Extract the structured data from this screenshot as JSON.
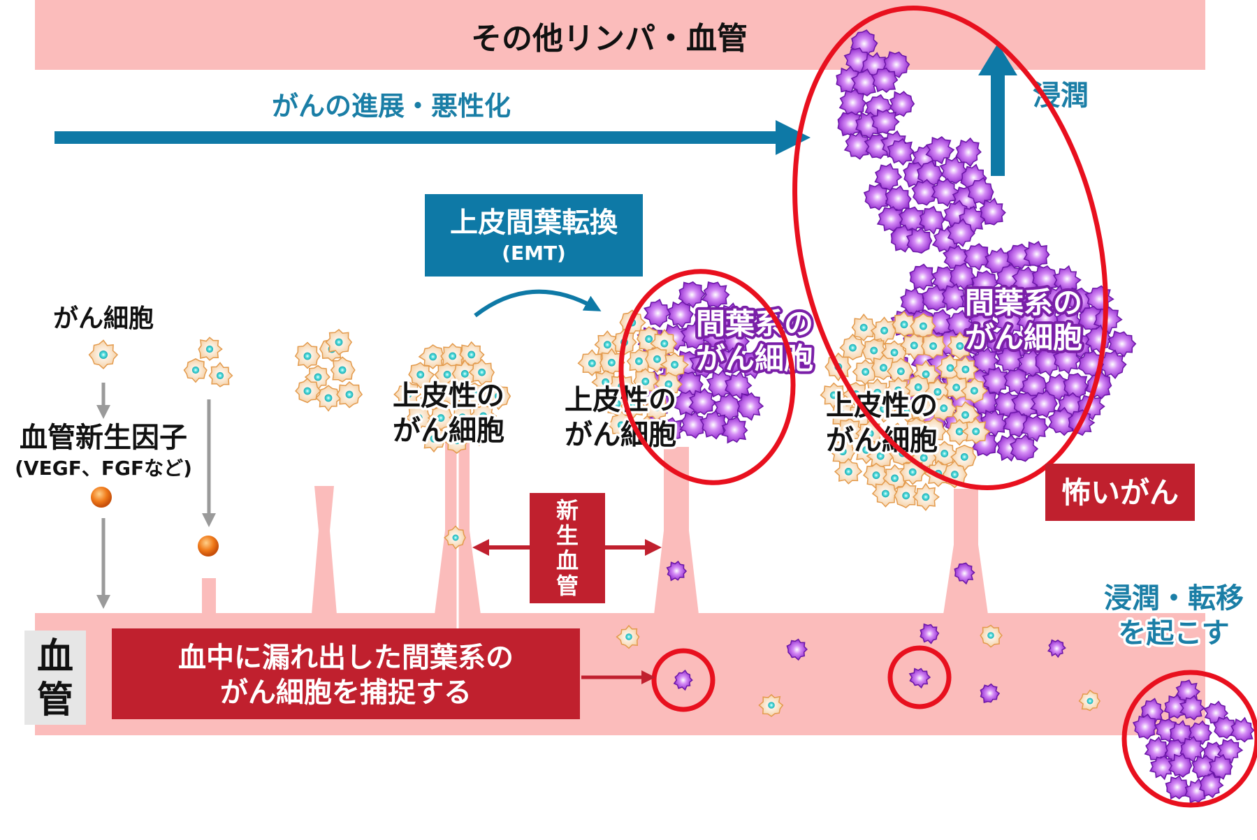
{
  "top_band": {
    "label": "その他リンパ・血管"
  },
  "progress_arrow": {
    "label": "がんの進展・悪性化"
  },
  "invasion": {
    "label": "浸潤"
  },
  "emt_box": {
    "title": "上皮間葉転換",
    "subtitle": "(EMT)"
  },
  "cancer_cell": {
    "label": "がん細胞"
  },
  "angiogenic_factor": {
    "line1": "血管新生因子",
    "line2": "(VEGF、FGFなど)"
  },
  "epithelial_labels": [
    {
      "line1": "上皮性の",
      "line2": "がん細胞"
    },
    {
      "line1": "上皮性の",
      "line2": "がん細胞"
    },
    {
      "line1": "上皮性の",
      "line2": "がん細胞"
    }
  ],
  "mesenchymal_labels": [
    {
      "line1": "間葉系の",
      "line2": "がん細胞"
    },
    {
      "line1": "間葉系の",
      "line2": "がん細胞"
    }
  ],
  "neovessel": {
    "chars": [
      "新",
      "生",
      "血",
      "管"
    ]
  },
  "scary_cancer": {
    "label": "怖いがん"
  },
  "metastasis": {
    "line1": "浸潤・転移",
    "line2": "を起こす"
  },
  "vessel": {
    "chars": [
      "血",
      "管"
    ]
  },
  "capture_box": {
    "line1": "血中に漏れ出した間葉系の",
    "line2": "がん細胞を捕捉する"
  },
  "colors": {
    "vessel_pink": "#fbbcbb",
    "accent_blue": "#0e79a6",
    "accent_red": "#c0202e",
    "ring_red": "#e8101e",
    "epithelial_fill": "#fbe6cc",
    "epithelial_nucleus": "#2fc7c7",
    "mesenchymal_fill": "#b246e0",
    "factor_orange": "#ee7317"
  }
}
